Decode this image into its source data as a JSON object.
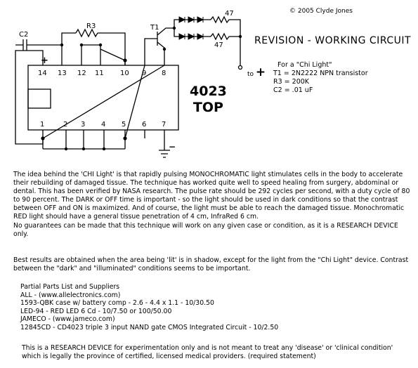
{
  "copyright": "© 2005 Clyde Jones",
  "revision_title": "REVISION - WORKING CIRCUIT",
  "output_label": {
    "text": "to",
    "sign": "+"
  },
  "component_specs": [
    "For a \"Chi Light\"",
    "T1 = 2N2222 NPN transistor",
    "R3 = 200K",
    "C2 = .01 uF"
  ],
  "chip": {
    "part": "4023",
    "orientation": "TOP"
  },
  "labels": {
    "c2": "C2",
    "r3": "R3",
    "t1": "T1",
    "r_top": "47",
    "r_bottom": "47",
    "plus": "+",
    "minus": "−"
  },
  "pins_top": [
    "14",
    "13",
    "12",
    "11",
    "10",
    "9",
    "8"
  ],
  "pins_bottom": [
    "1",
    "2",
    "3",
    "4",
    "5",
    "6",
    "7"
  ],
  "description": "The idea behind the 'CHI Light' is that rapidly pulsing MONOCHROMATIC light stimulates cells in the body to accelerate their rebuilding of damaged tissue. The technique has worked quite well to speed healing from surgery, abdominal or dental. This has been verified by NASA research. The pulse rate should be 292 cycles per second, with a duty cycle of 80 to 90 percent. The DARK or OFF time is important - so the light should be used in dark conditions so that the contrast between OFF and ON is maximized. And of course, the light must be able to reach the damaged tissue. Monochromatic RED light should have a general tissue penetration of 4 cm, InfraRed 6 cm.",
  "guarantee": "No guarantees can be made that this technique will work on any given case or condition, as it is a RESEARCH DEVICE only.",
  "results": "Best results are obtained when the area being 'lit' is in shadow, except for the light from the \"Chi Light\" device. Contrast between the \"dark\" and \"illuminated\" conditions seems to be important.",
  "parts_title": "Partial Parts List and Suppliers",
  "parts": [
    "ALL - (www.allelectronics.com)",
    "1593-QBK case w/ battery comp - 2.6 - 4.4 x 1.1 - 10/30.50",
    "LED-94 - RED LED 6 Cd - 10/7.50 or 100/50.00",
    "JAMECO - (www.jameco.com)",
    "12845CD - CD4023 triple 3 input NAND gate CMOS Integrated Circuit - 10/2.50"
  ],
  "disclaimer": "This is a RESEARCH DEVICE for experimentation only and is not meant to treat any 'disease' or 'clinical condition' which is legally the province of certified, licensed medical providers. (required statement)"
}
